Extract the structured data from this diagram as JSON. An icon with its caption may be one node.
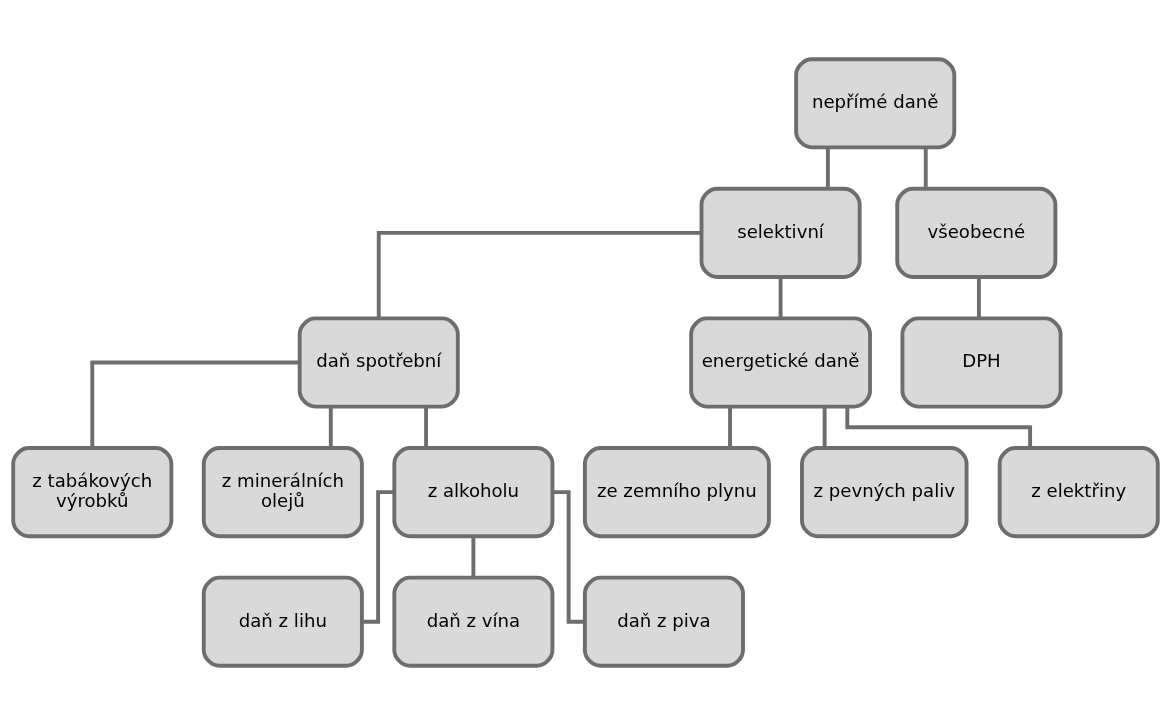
{
  "diagram": {
    "nodes": [
      {
        "text": [
          "nepřímé daně"
        ]
      },
      {
        "text": [
          "selektivní"
        ]
      },
      {
        "text": [
          "všeobecné"
        ]
      },
      {
        "text": [
          "daň spotřební"
        ]
      },
      {
        "text": [
          "energetické daně"
        ]
      },
      {
        "text": [
          "DPH"
        ]
      },
      {
        "text": [
          "z tabákových výrobků"
        ]
      },
      {
        "text": [
          "z minerálních olejů"
        ]
      },
      {
        "text": [
          "z alkoholu"
        ]
      },
      {
        "text": [
          "ze zemního plynu"
        ]
      },
      {
        "text": [
          "z pevných paliv"
        ]
      },
      {
        "text": [
          "z elektřiny"
        ]
      },
      {
        "text": [
          "daň z lihu"
        ]
      },
      {
        "text": [
          "daň z vína"
        ]
      },
      {
        "text": [
          "daň z piva"
        ]
      }
    ],
    "edges": [
      {
        "from": 0,
        "to": 1,
        "arrow": "none"
      },
      {
        "from": 0,
        "to": 2,
        "arrow": "none"
      },
      {
        "from": 1,
        "to": 3,
        "arrow": "none"
      },
      {
        "from": 1,
        "to": 4,
        "arrow": "none"
      },
      {
        "from": 2,
        "to": 5,
        "arrow": "none"
      },
      {
        "from": 3,
        "to": 6,
        "arrow": "none"
      },
      {
        "from": 3,
        "to": 7,
        "arrow": "none"
      },
      {
        "from": 3,
        "to": 8,
        "arrow": "none"
      },
      {
        "from": 4,
        "to": 9,
        "arrow": "none"
      },
      {
        "from": 4,
        "to": 10,
        "arrow": "none"
      },
      {
        "from": 4,
        "to": 11,
        "arrow": "none"
      },
      {
        "from": 8,
        "to": 12,
        "arrow": "none"
      },
      {
        "from": 8,
        "to": 13,
        "arrow": "none"
      },
      {
        "from": 8,
        "to": 14,
        "arrow": "none"
      }
    ]
  }
}
